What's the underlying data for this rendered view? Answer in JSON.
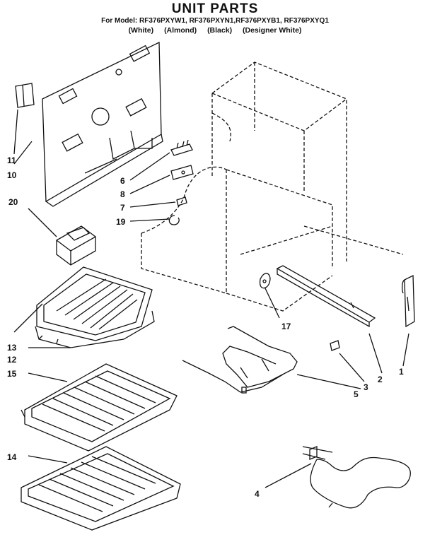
{
  "header": {
    "title": "UNIT PARTS",
    "models": "For Model: RF376PXYW1, RF376PXYN1,RF376PXYB1, RF376PXYQ1",
    "colors": [
      "(White)",
      "(Almond)",
      "(Black)",
      "(Designer White)"
    ]
  },
  "callouts": {
    "c1": "1",
    "c2": "2",
    "c3": "3",
    "c4": "4",
    "c5": "5",
    "c6": "6",
    "c7": "7",
    "c8": "8",
    "c10": "10",
    "c11": "11",
    "c12": "12",
    "c13": "13",
    "c14": "14",
    "c15": "15",
    "c17": "17",
    "c19": "19",
    "c20": "20"
  }
}
